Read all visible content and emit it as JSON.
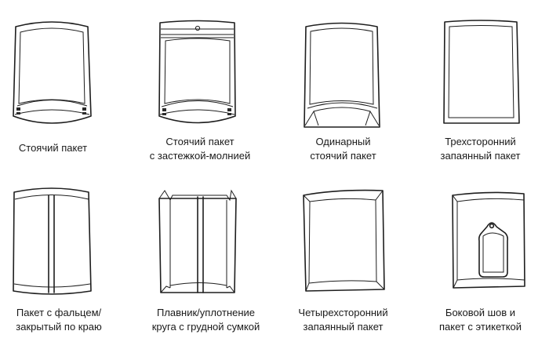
{
  "items": [
    {
      "line1": "Стоячий пакет",
      "line2": ""
    },
    {
      "line1": "Стоячий пакет",
      "line2": "с застежкой-молнией"
    },
    {
      "line1": "Одинарный",
      "line2": "стоячий пакет"
    },
    {
      "line1": "Трехсторонний",
      "line2": "запаянный пакет"
    },
    {
      "line1": "Пакет с фальцем/",
      "line2": "закрытый по краю"
    },
    {
      "line1": "Плавник/уплотнение",
      "line2": "круга с грудной сумкой"
    },
    {
      "line1": "Четырехсторонний",
      "line2": "запаянный пакет"
    },
    {
      "line1": "Боковой шов и",
      "line2": "пакет с этикеткой"
    }
  ]
}
